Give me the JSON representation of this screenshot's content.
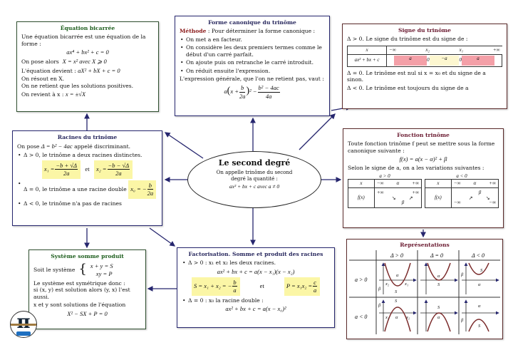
{
  "bicarree": {
    "title": "Équation bicarrée",
    "l1": "Une équation bicarrée est une équation de la forme :",
    "f1": "ax⁴ + bx² + c = 0",
    "l2": "On pose alors",
    "f2": "X = x²  avec  X ⩾ 0",
    "l3": "L'équation devient :",
    "f3": "aX² + bX + c = 0",
    "l4": "On résout en X.",
    "l5": "On ne retient que les solutions positives.",
    "l6": "On revient à x :",
    "f6": "x = ±√X"
  },
  "canonique": {
    "title": "Forme canonique du trinôme",
    "methode": "Méthode",
    "intro": " : Pour déterminer la forme canonique :",
    "items": [
      "On met a en facteur.",
      "On considère les deux premiers termes comme le début d'un carré parfait.",
      "On ajoute puis on retranche le carré introduit.",
      "On réduit ensuite l'expression."
    ],
    "general": "L'expression générale, que l'on ne retient pas, vaut :",
    "f_a": "a",
    "f_x": "x +",
    "f_bn": "b",
    "f_bd": "2a",
    "f_sq": "² −",
    "f_n": "b² − 4ac",
    "f_d": "4a"
  },
  "signe": {
    "title": "Signe du trinôme",
    "l1": "Δ > 0.  Le signe du trinôme est du signe de :",
    "head": [
      "x",
      "−∞",
      "x₂",
      "x₁",
      "+∞"
    ],
    "rowlabel": "ax² + bx + c",
    "cells": [
      "a",
      "0",
      "−a",
      "0",
      "a"
    ],
    "l2": "Δ = 0.  Le trinôme est nul si x = x₀ et du signe de a sinon.",
    "l3": "Δ < 0.  Le trinôme est toujours du signe de a"
  },
  "racines": {
    "title": "Racines du trinôme",
    "l1a": "On pose",
    "l1f": "Δ = b² − 4ac",
    "l1b": " appelé discriminant.",
    "b1": "Δ > 0,  le trinôme a deux racines distinctes.",
    "x1l": "x₁ =",
    "x1n": "−b + √Δ",
    "x1d": "2a",
    "et": "et",
    "x2l": "x₂ =",
    "x2n": "−b − √Δ",
    "x2d": "2a",
    "b2": "Δ = 0,  le trinôme a une racine double",
    "x0l": "x₀ = −",
    "x0n": "b",
    "x0d": "2a",
    "b3": "Δ < 0,  le trinôme n'a pas de racines"
  },
  "center": {
    "title": "Le second degré",
    "l1": "On appelle trinôme du second degré la quantité :",
    "f": "ax² + bx + c   avec  a ≠ 0"
  },
  "fonction": {
    "title": "Fonction trinôme",
    "l1": "Toute fonction trinôme f peut se mettre sous la forme canonique suivante :",
    "f": "f(x) = a(x − α)² + β",
    "l2": "Selon le signe de a, on a les variations suivantes :",
    "pos": "a > 0",
    "neg": "a < 0",
    "x": "x",
    "fx": "f(x)",
    "minf": "−∞",
    "alpha": "α",
    "pinf": "+∞",
    "beta": "β"
  },
  "systeme": {
    "title": "Système somme produit",
    "l1": "Soit le système",
    "e1": "x + y = S",
    "e2": "xy = P",
    "l2": "Le système est symétrique donc :",
    "l3": "si (x, y) est solution alors (y, x) l'est aussi.",
    "l4": "x et y sont solutions de l'équation",
    "f": "X² − SX + P = 0"
  },
  "facto": {
    "title": "Factorisation. Somme et produit des racines",
    "b1": "Δ > 0 :  x₁  et  x₂   les deux racines.",
    "f1": "ax² + bx + c = a(x − x₁)(x − x₂)",
    "sl": "S = x₁ + x₂ = −",
    "sn": "b",
    "sd": "a",
    "et": "et",
    "pl": "P = x₁x₂ =",
    "pn": "c",
    "pd": "a",
    "b2": "Δ = 0 :  x₀  la racine double :",
    "f2": "ax² + bx + c = a(x − x₀)²"
  },
  "rep": {
    "title": "Représentations",
    "cols": [
      "Δ > 0",
      "Δ = 0",
      "Δ < 0"
    ],
    "rows": [
      "a > 0",
      "a < 0"
    ],
    "S": "S",
    "a": "α",
    "b": "β",
    "x1": "x₁",
    "x2": "x₂"
  },
  "colors": {
    "green": "#1d5e1d",
    "navy": "#28285e",
    "red": "#6a1a30",
    "highlight": "#fbf6a6",
    "pink": "#f4a0a8"
  }
}
